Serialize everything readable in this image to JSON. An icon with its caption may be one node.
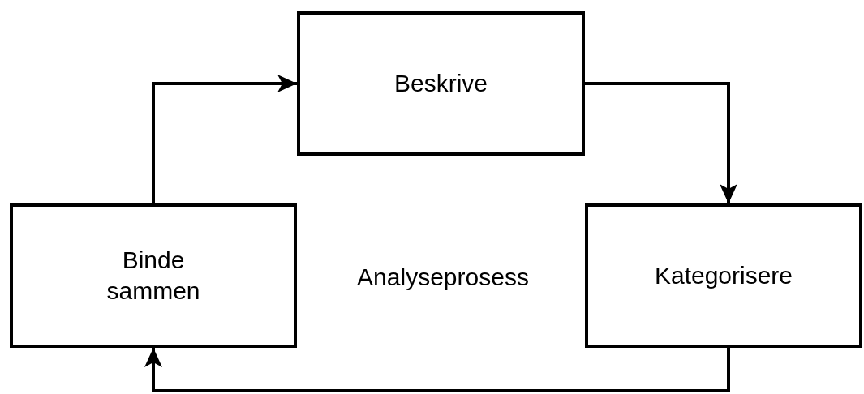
{
  "diagram": {
    "nodes": [
      {
        "text": [
          "Beskrive"
        ]
      },
      {
        "text": [
          "Binde sammen"
        ]
      },
      {
        "text": [
          "Kategorisere"
        ]
      }
    ],
    "edges": [
      {
        "from": 1,
        "to": 0,
        "arrow": "to"
      },
      {
        "from": 0,
        "to": 2,
        "arrow": "to"
      },
      {
        "from": 2,
        "to": 1,
        "arrow": "to"
      }
    ],
    "labels": [
      "Analyseprosess"
    ]
  }
}
